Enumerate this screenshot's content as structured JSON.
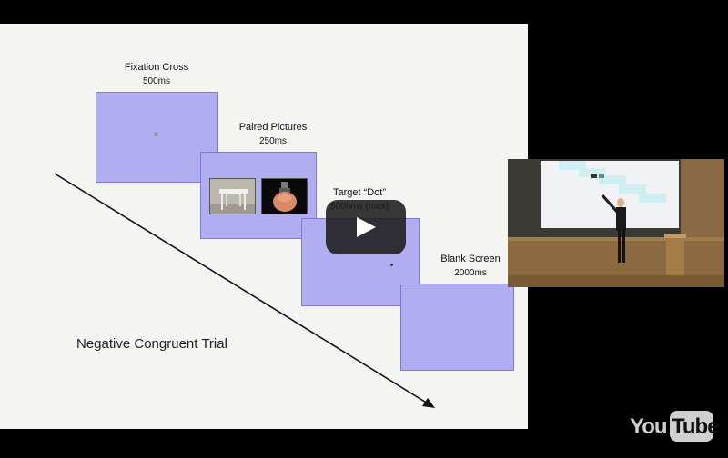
{
  "slide": {
    "steps": [
      {
        "title": "Fixation Cross",
        "time": "500ms",
        "symbol": "x"
      },
      {
        "title": "Paired Pictures",
        "time": "250ms"
      },
      {
        "title": "Target “Dot”",
        "time": "5000ms (max)"
      },
      {
        "title": "Blank Screen",
        "time": "2000ms"
      }
    ],
    "trial_label": "Negative Congruent Trial"
  },
  "player": {
    "play_icon": "play-icon",
    "logo": {
      "you": "You",
      "tube": "Tube"
    }
  },
  "colors": {
    "box_fill": "#b0aef0",
    "slide_bg": "#f4f4f2",
    "player_bg": "#000000"
  }
}
